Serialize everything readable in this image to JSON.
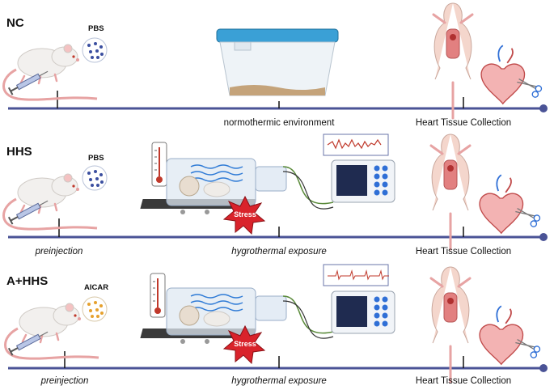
{
  "rows": [
    {
      "group": "NC",
      "drug": "PBS",
      "stage1_label": "",
      "stage2_label": "normothermic environment",
      "stage3_label": "Heart Tissue Collection"
    },
    {
      "group": "HHS",
      "drug": "PBS",
      "stage1_label": "preinjection",
      "stage2_label": "hygrothermal exposure",
      "stage3_label": "Heart Tissue Collection",
      "stress_label": "Stress"
    },
    {
      "group": "A+HHS",
      "drug": "AICAR",
      "stage1_label": "preinjection",
      "stage2_label": "hygrothermal exposure",
      "stage3_label": "Heart Tissue Collection",
      "stress_label": "Stress"
    }
  ],
  "colors": {
    "timeline": "#4a5396",
    "pbs_dot": "#3b4fa0",
    "aicar_dot": "#e6a12e",
    "cage_lid": "#3aa0d6",
    "stress": "#d9232b",
    "monitor_trace": "#c0392b"
  }
}
